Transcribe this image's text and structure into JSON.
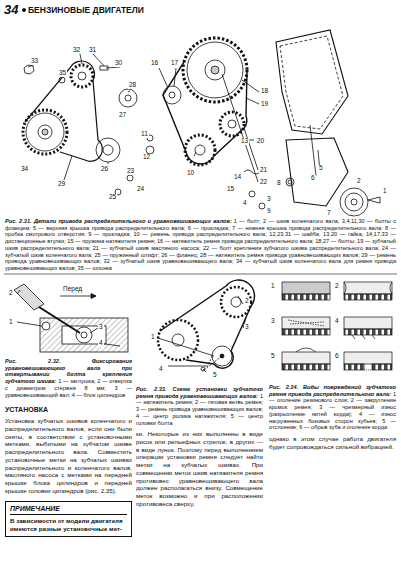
{
  "diagram": {
    "nodes": [
      {
        "text": [
          "ПРИМЕЧАНИЕ",
          "В зависимости от модели двигателя имеются разные установочные мет-"
        ]
      }
    ],
    "labels": [
      "34",
      "БЕНЗИНОВЫЕ ДВИГАТЕЛИ",
      "33",
      "32",
      "31",
      "35",
      "30",
      "34",
      "29",
      "26",
      "28",
      "27",
      "17",
      "16",
      "18",
      "19",
      "20",
      "21",
      "22",
      "23",
      "24",
      "25",
      "12",
      "11",
      "10",
      "13",
      "14",
      "15",
      "1",
      "2",
      "3",
      "4",
      "5",
      "6",
      "7",
      "8",
      "9",
      "Рис. 2.31. Детали привода распределительного и уравновешивающих валов:",
      "1 — болт; 2 — шкив коленчатого вала; 3,4,11,30 — болты с фланцем; 5 — верхняя крышка привода распределительного вала; 6 — прокладка; 7 — нижняя крышка привода распределительного вала; 8 — пробка смотрового отверстия; 9 — прокладка; 10 — ремень привода распределительного вала; 12,23,31 — шайба; 13,20 — гайка; 14,17,33 — дистанционные втулки; 15 — пружина натяжителя ремня; 16 — натяжитель ремня привода распределительного вала; 18,27 — болты; 19 — зубчатый шкив распределительного вала; 21 — зубчатый шкив масляного насоса; 22 — болт крепления зубчатого шкива распределительного вала; 24 — зубчатый шкив коленчатого вала; 25 — пружинный штифт; 26 — фланец; 28 — натяжитель ремня привода уравновешивающих валов; 29 — ремень привода уравновешивающих валов; 32 — зубчатый шкив уравновешивающего вала; 34 — зубчатый шкив коленчатого вала для ремня привода уравновешивающих валов; 35 — шпонка",
      "Перед",
      "1",
      "2",
      "3",
      "4",
      "Рис. 2.32. Фиксирование уравновешивающего вала при отвертывании болта крепления зубчатого шкива:",
      "1 — заглушка; 2 — отвертка с диаметром стержня 8 мм; 3 — уравновешивающий вал; 4 — блок цилиндров",
      "1",
      "2",
      "3",
      "4",
      "5",
      "Рис. 2.33. Схема установки зубчатого ремня привода уравновешивающих валов:",
      "1 — натяжитель ремня; 2 — тяговая ветвь ремня; 3 — ремень привода уравновешивающих валов; 4 — центр ролика натяжителя; 5 — центр головки болта",
      "1",
      "2",
      "3",
      "4",
      "5",
      "6",
      "Рис. 2.34. Виды повреждений зубчатого ремня привода распределительного вала:",
      "1 — оголение резинового слоя; 2 — закругление кромок ремня; 3 — чрезмерный износ (разрыхление нитей корда); 4 — износ нагруженных боковых сторон зубьев; 5 — отслоение; 6 — обрыв зуба и оголение корда",
      "УСТАНОВКА",
      "Установка зубчатых шкивов коленчатого и распределительного валов, если они были сняты, в соответствии с установочными метками, выбитыми на зубчатом шкиве распределительного вала. Совместить установочные метки на зубчатых шкивах распределительного и коленчатого валов, масляного насоса с метками на передней крышке блока цилиндров и передней крышке головки цилиндров (рис. 2.35).",
      "ки. Некоторые из них выполнены в виде рисок или рельефных стрелок, в других — в виде лунок. Поэтому перед выполнением операции установки ремня следует найти метки на зубчатых шкивах. При совмещении меток шкив натяжителя ремня противовес уравновешивающего вала должен располагаться внизу. Совмещение меток возможно и при расположении противовеса сверху,",
      "однако в этом случае работа двигателя будет сопровождаться сильной вибрацией."
    ]
  }
}
